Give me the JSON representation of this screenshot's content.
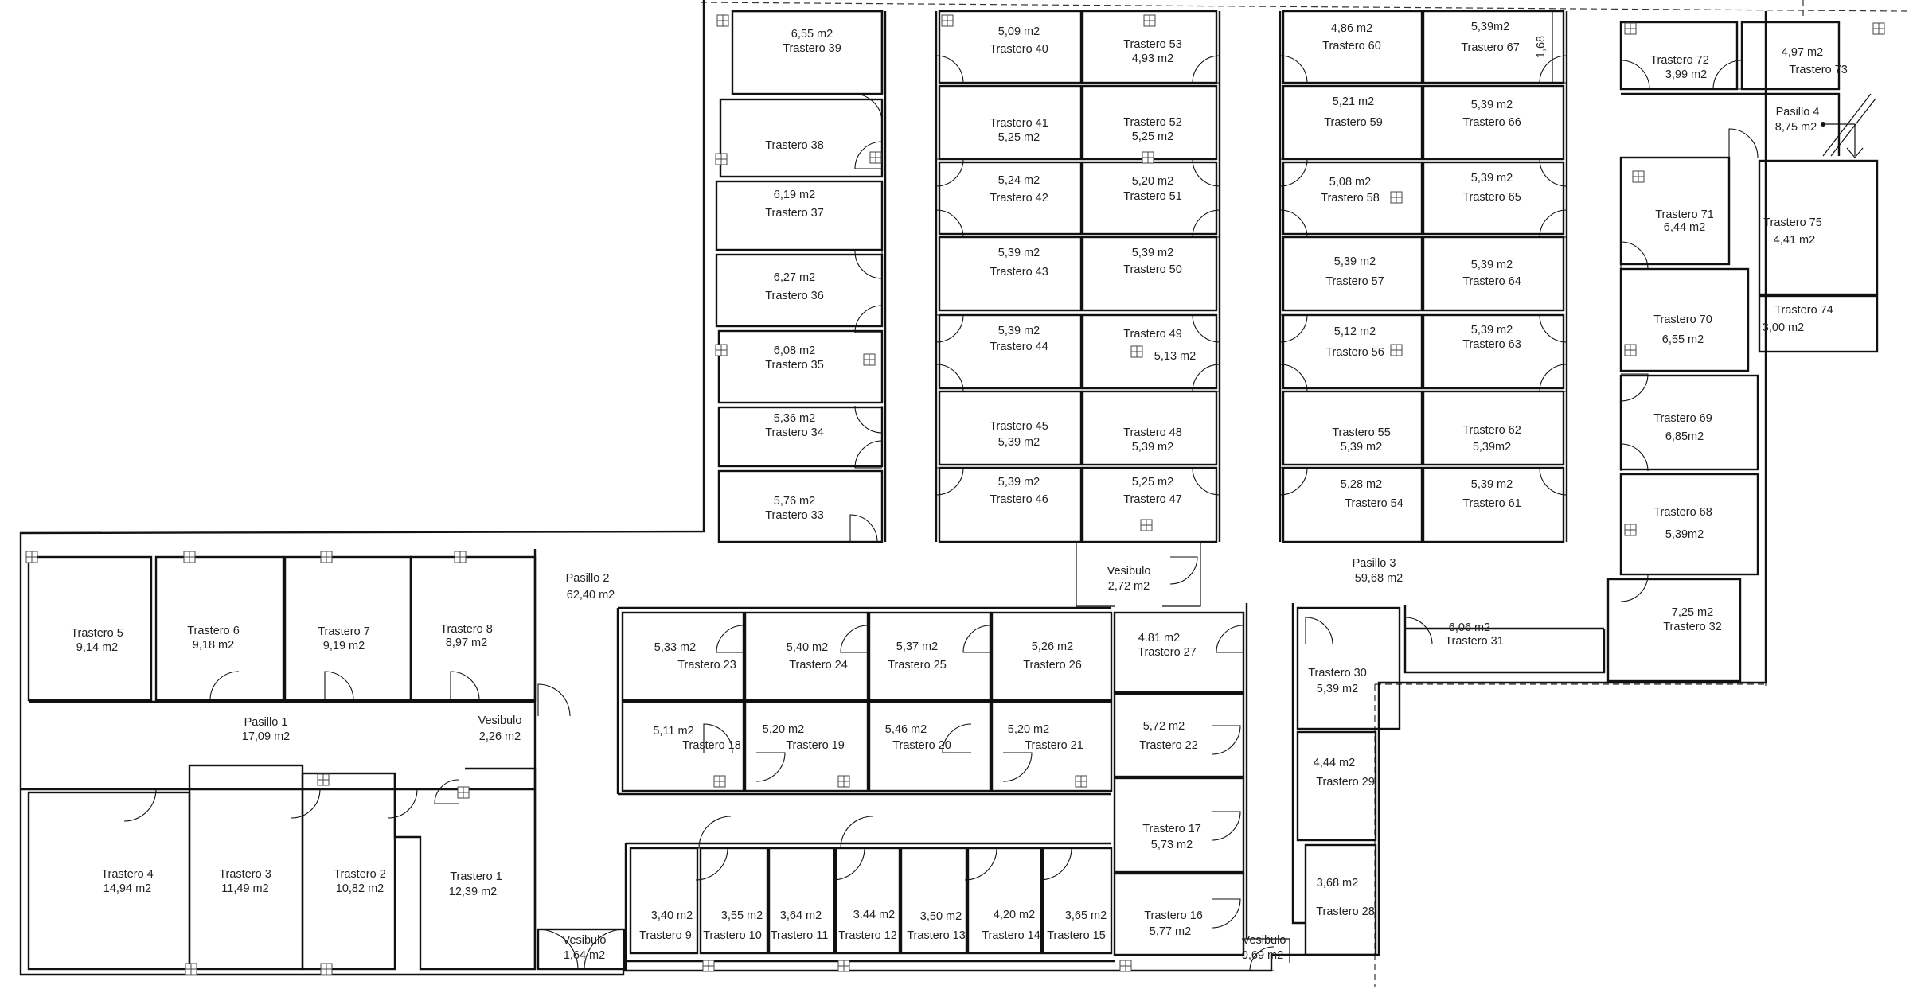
{
  "plan": {
    "rooms": [
      {
        "id": "t39",
        "name": "Trastero 39",
        "area": "6,55 m2",
        "order": "area-first"
      },
      {
        "id": "t38",
        "name": "Trastero 38",
        "area": "",
        "order": "name-only"
      },
      {
        "id": "t37",
        "name": "Trastero 37",
        "area": "6,19 m2",
        "order": "area-first"
      },
      {
        "id": "t36",
        "name": "Trastero 36",
        "area": "6,27 m2",
        "order": "area-first"
      },
      {
        "id": "t35",
        "name": "Trastero 35",
        "area": "6,08 m2",
        "order": "area-first"
      },
      {
        "id": "t34",
        "name": "Trastero 34",
        "area": "5,36 m2",
        "order": "area-first"
      },
      {
        "id": "t33",
        "name": "Trastero 33",
        "area": "5,76 m2",
        "order": "area-first"
      },
      {
        "id": "t40",
        "name": "Trastero 40",
        "area": "5,09 m2",
        "order": "area-first"
      },
      {
        "id": "t41",
        "name": "Trastero 41",
        "area": "5,25 m2",
        "order": "name-first"
      },
      {
        "id": "t42",
        "name": "Trastero 42",
        "area": "5,24 m2",
        "order": "area-first"
      },
      {
        "id": "t43",
        "name": "Trastero 43",
        "area": "5,39 m2",
        "order": "area-first"
      },
      {
        "id": "t44",
        "name": "Trastero 44",
        "area": "5,39 m2",
        "order": "area-first"
      },
      {
        "id": "t45",
        "name": "Trastero 45",
        "area": "5,39 m2",
        "order": "name-first"
      },
      {
        "id": "t46",
        "name": "Trastero 46",
        "area": "5,39 m2",
        "order": "area-first"
      },
      {
        "id": "t53",
        "name": "Trastero 53",
        "area": "4,93 m2",
        "order": "name-first"
      },
      {
        "id": "t52",
        "name": "Trastero 52",
        "area": "5,25 m2",
        "order": "name-first"
      },
      {
        "id": "t51",
        "name": "Trastero 51",
        "area": "5,20 m2",
        "order": "area-first"
      },
      {
        "id": "t50",
        "name": "Trastero 50",
        "area": "5,39 m2",
        "order": "area-first"
      },
      {
        "id": "t49",
        "name": "Trastero 49",
        "area": "5,13 m2",
        "order": "name-first"
      },
      {
        "id": "t48",
        "name": "Trastero 48",
        "area": "5,39 m2",
        "order": "name-first"
      },
      {
        "id": "t47",
        "name": "Trastero 47",
        "area": "5,25 m2",
        "order": "area-first"
      },
      {
        "id": "t60",
        "name": "Trastero 60",
        "area": "4,86 m2",
        "order": "area-first"
      },
      {
        "id": "t59",
        "name": "Trastero 59",
        "area": "5,21 m2",
        "order": "area-first"
      },
      {
        "id": "t58",
        "name": "Trastero 58",
        "area": "5,08 m2",
        "order": "area-first"
      },
      {
        "id": "t57",
        "name": "Trastero 57",
        "area": "5,39 m2",
        "order": "area-first"
      },
      {
        "id": "t56",
        "name": "Trastero 56",
        "area": "5,12 m2",
        "order": "area-first"
      },
      {
        "id": "t55",
        "name": "Trastero 55",
        "area": "5,39 m2",
        "order": "name-first"
      },
      {
        "id": "t54",
        "name": "Trastero 54",
        "area": "5,28 m2",
        "order": "area-first"
      },
      {
        "id": "t67",
        "name": "Trastero 67",
        "area": "5,39m2",
        "order": "area-first"
      },
      {
        "id": "t66",
        "name": "Trastero 66",
        "area": "5,39 m2",
        "order": "area-first"
      },
      {
        "id": "t65",
        "name": "Trastero 65",
        "area": "5,39 m2",
        "order": "area-first"
      },
      {
        "id": "t64",
        "name": "Trastero 64",
        "area": "5,39 m2",
        "order": "area-first"
      },
      {
        "id": "t63",
        "name": "Trastero 63",
        "area": "5,39 m2",
        "order": "area-first"
      },
      {
        "id": "t62",
        "name": "Trastero 62",
        "area": "5,39m2",
        "order": "name-first"
      },
      {
        "id": "t61",
        "name": "Trastero 61",
        "area": "5,39 m2",
        "order": "area-first"
      },
      {
        "id": "t72",
        "name": "Trastero 72",
        "area": "3,99 m2",
        "order": "name-first"
      },
      {
        "id": "t73",
        "name": "Trastero 73",
        "area": "4,97 m2",
        "order": "area-first"
      },
      {
        "id": "t71",
        "name": "Trastero 71",
        "area": "6,44 m2",
        "order": "name-first"
      },
      {
        "id": "t75",
        "name": "Trastero 75",
        "area": "4,41 m2",
        "order": "name-first"
      },
      {
        "id": "t74",
        "name": "Trastero 74",
        "area": "3,00 m2",
        "order": "name-first"
      },
      {
        "id": "t70",
        "name": "Trastero 70",
        "area": "6,55 m2",
        "order": "name-first"
      },
      {
        "id": "t69",
        "name": "Trastero 69",
        "area": "6,85m2",
        "order": "name-first"
      },
      {
        "id": "t68",
        "name": "Trastero 68",
        "area": "5,39m2",
        "order": "name-first"
      },
      {
        "id": "t32",
        "name": "Trastero 32",
        "area": "7,25 m2",
        "order": "area-first"
      },
      {
        "id": "t31",
        "name": "Trastero 31",
        "area": "6,06 m2",
        "order": "area-first"
      },
      {
        "id": "t30",
        "name": "Trastero 30",
        "area": "5,39 m2",
        "order": "name-first"
      },
      {
        "id": "t29",
        "name": "Trastero 29",
        "area": "4,44 m2",
        "order": "area-first"
      },
      {
        "id": "t28",
        "name": "Trastero 28",
        "area": "3,68 m2",
        "order": "area-first"
      },
      {
        "id": "t5",
        "name": "Trastero 5",
        "area": "9,14 m2",
        "order": "name-first"
      },
      {
        "id": "t6",
        "name": "Trastero 6",
        "area": "9,18 m2",
        "order": "name-first"
      },
      {
        "id": "t7",
        "name": "Trastero 7",
        "area": "9,19 m2",
        "order": "name-first"
      },
      {
        "id": "t8",
        "name": "Trastero 8",
        "area": "8,97 m2",
        "order": "name-first"
      },
      {
        "id": "t4",
        "name": "Trastero 4",
        "area": "14,94 m2",
        "order": "name-first"
      },
      {
        "id": "t3",
        "name": "Trastero 3",
        "area": "11,49 m2",
        "order": "name-first"
      },
      {
        "id": "t2",
        "name": "Trastero 2",
        "area": "10,82 m2",
        "order": "name-first"
      },
      {
        "id": "t1",
        "name": "Trastero 1",
        "area": "12,39 m2",
        "order": "name-first"
      },
      {
        "id": "t23",
        "name": "Trastero 23",
        "area": "5,33 m2",
        "order": "area-first"
      },
      {
        "id": "t24",
        "name": "Trastero 24",
        "area": "5,40 m2",
        "order": "area-first"
      },
      {
        "id": "t25",
        "name": "Trastero 25",
        "area": "5,37 m2",
        "order": "area-first"
      },
      {
        "id": "t26",
        "name": "Trastero 26",
        "area": "5,26 m2",
        "order": "area-first"
      },
      {
        "id": "t27",
        "name": "Trastero 27",
        "area": "4.81 m2",
        "order": "area-first"
      },
      {
        "id": "t18",
        "name": "Trastero 18",
        "area": "5,11 m2",
        "order": "area-first"
      },
      {
        "id": "t19",
        "name": "Trastero 19",
        "area": "5,20 m2",
        "order": "area-first"
      },
      {
        "id": "t20",
        "name": "Trastero 20",
        "area": "5,46 m2",
        "order": "area-first"
      },
      {
        "id": "t21",
        "name": "Trastero 21",
        "area": "5,20 m2",
        "order": "area-first"
      },
      {
        "id": "t22",
        "name": "Trastero 22",
        "area": "5,72 m2",
        "order": "area-first"
      },
      {
        "id": "t17",
        "name": "Trastero 17",
        "area": "5,73 m2",
        "order": "name-first"
      },
      {
        "id": "t16",
        "name": "Trastero 16",
        "area": "5,77 m2",
        "order": "name-first"
      },
      {
        "id": "t9",
        "name": "Trastero 9",
        "area": "3,40 m2",
        "order": "area-first"
      },
      {
        "id": "t10",
        "name": "Trastero 10",
        "area": "3,55 m2",
        "order": "area-first"
      },
      {
        "id": "t11",
        "name": "Trastero 11",
        "area": "3,64 m2",
        "order": "area-first"
      },
      {
        "id": "t12",
        "name": "Trastero 12",
        "area": "3.44 m2",
        "order": "area-first"
      },
      {
        "id": "t13",
        "name": "Trastero 13",
        "area": "3,50 m2",
        "order": "area-first"
      },
      {
        "id": "t14",
        "name": "Trastero 14",
        "area": "4,20 m2",
        "order": "area-first"
      },
      {
        "id": "t15",
        "name": "Trastero 15",
        "area": "3,65 m2",
        "order": "area-first"
      },
      {
        "id": "p1",
        "name": "Pasillo 1",
        "area": "17,09 m2",
        "order": "name-first"
      },
      {
        "id": "p2",
        "name": "Pasillo 2",
        "area": "62,40 m2",
        "order": "name-first"
      },
      {
        "id": "p3",
        "name": "Pasillo 3",
        "area": "59,68 m2",
        "order": "name-first"
      },
      {
        "id": "p4",
        "name": "Pasillo 4",
        "area": "8,75 m2",
        "order": "name-first"
      },
      {
        "id": "v1",
        "name": "Vesibulo",
        "area": "2,26 m2",
        "order": "name-first"
      },
      {
        "id": "v2",
        "name": "Vesibulo",
        "area": "2,72 m2",
        "order": "name-first"
      },
      {
        "id": "v3",
        "name": "Vesibulo",
        "area": "1,64 m2",
        "order": "name-first"
      },
      {
        "id": "v4",
        "name": "Vesibulo",
        "area": "0,69 m2",
        "order": "name-first"
      }
    ],
    "dimension_label": "1,68"
  }
}
